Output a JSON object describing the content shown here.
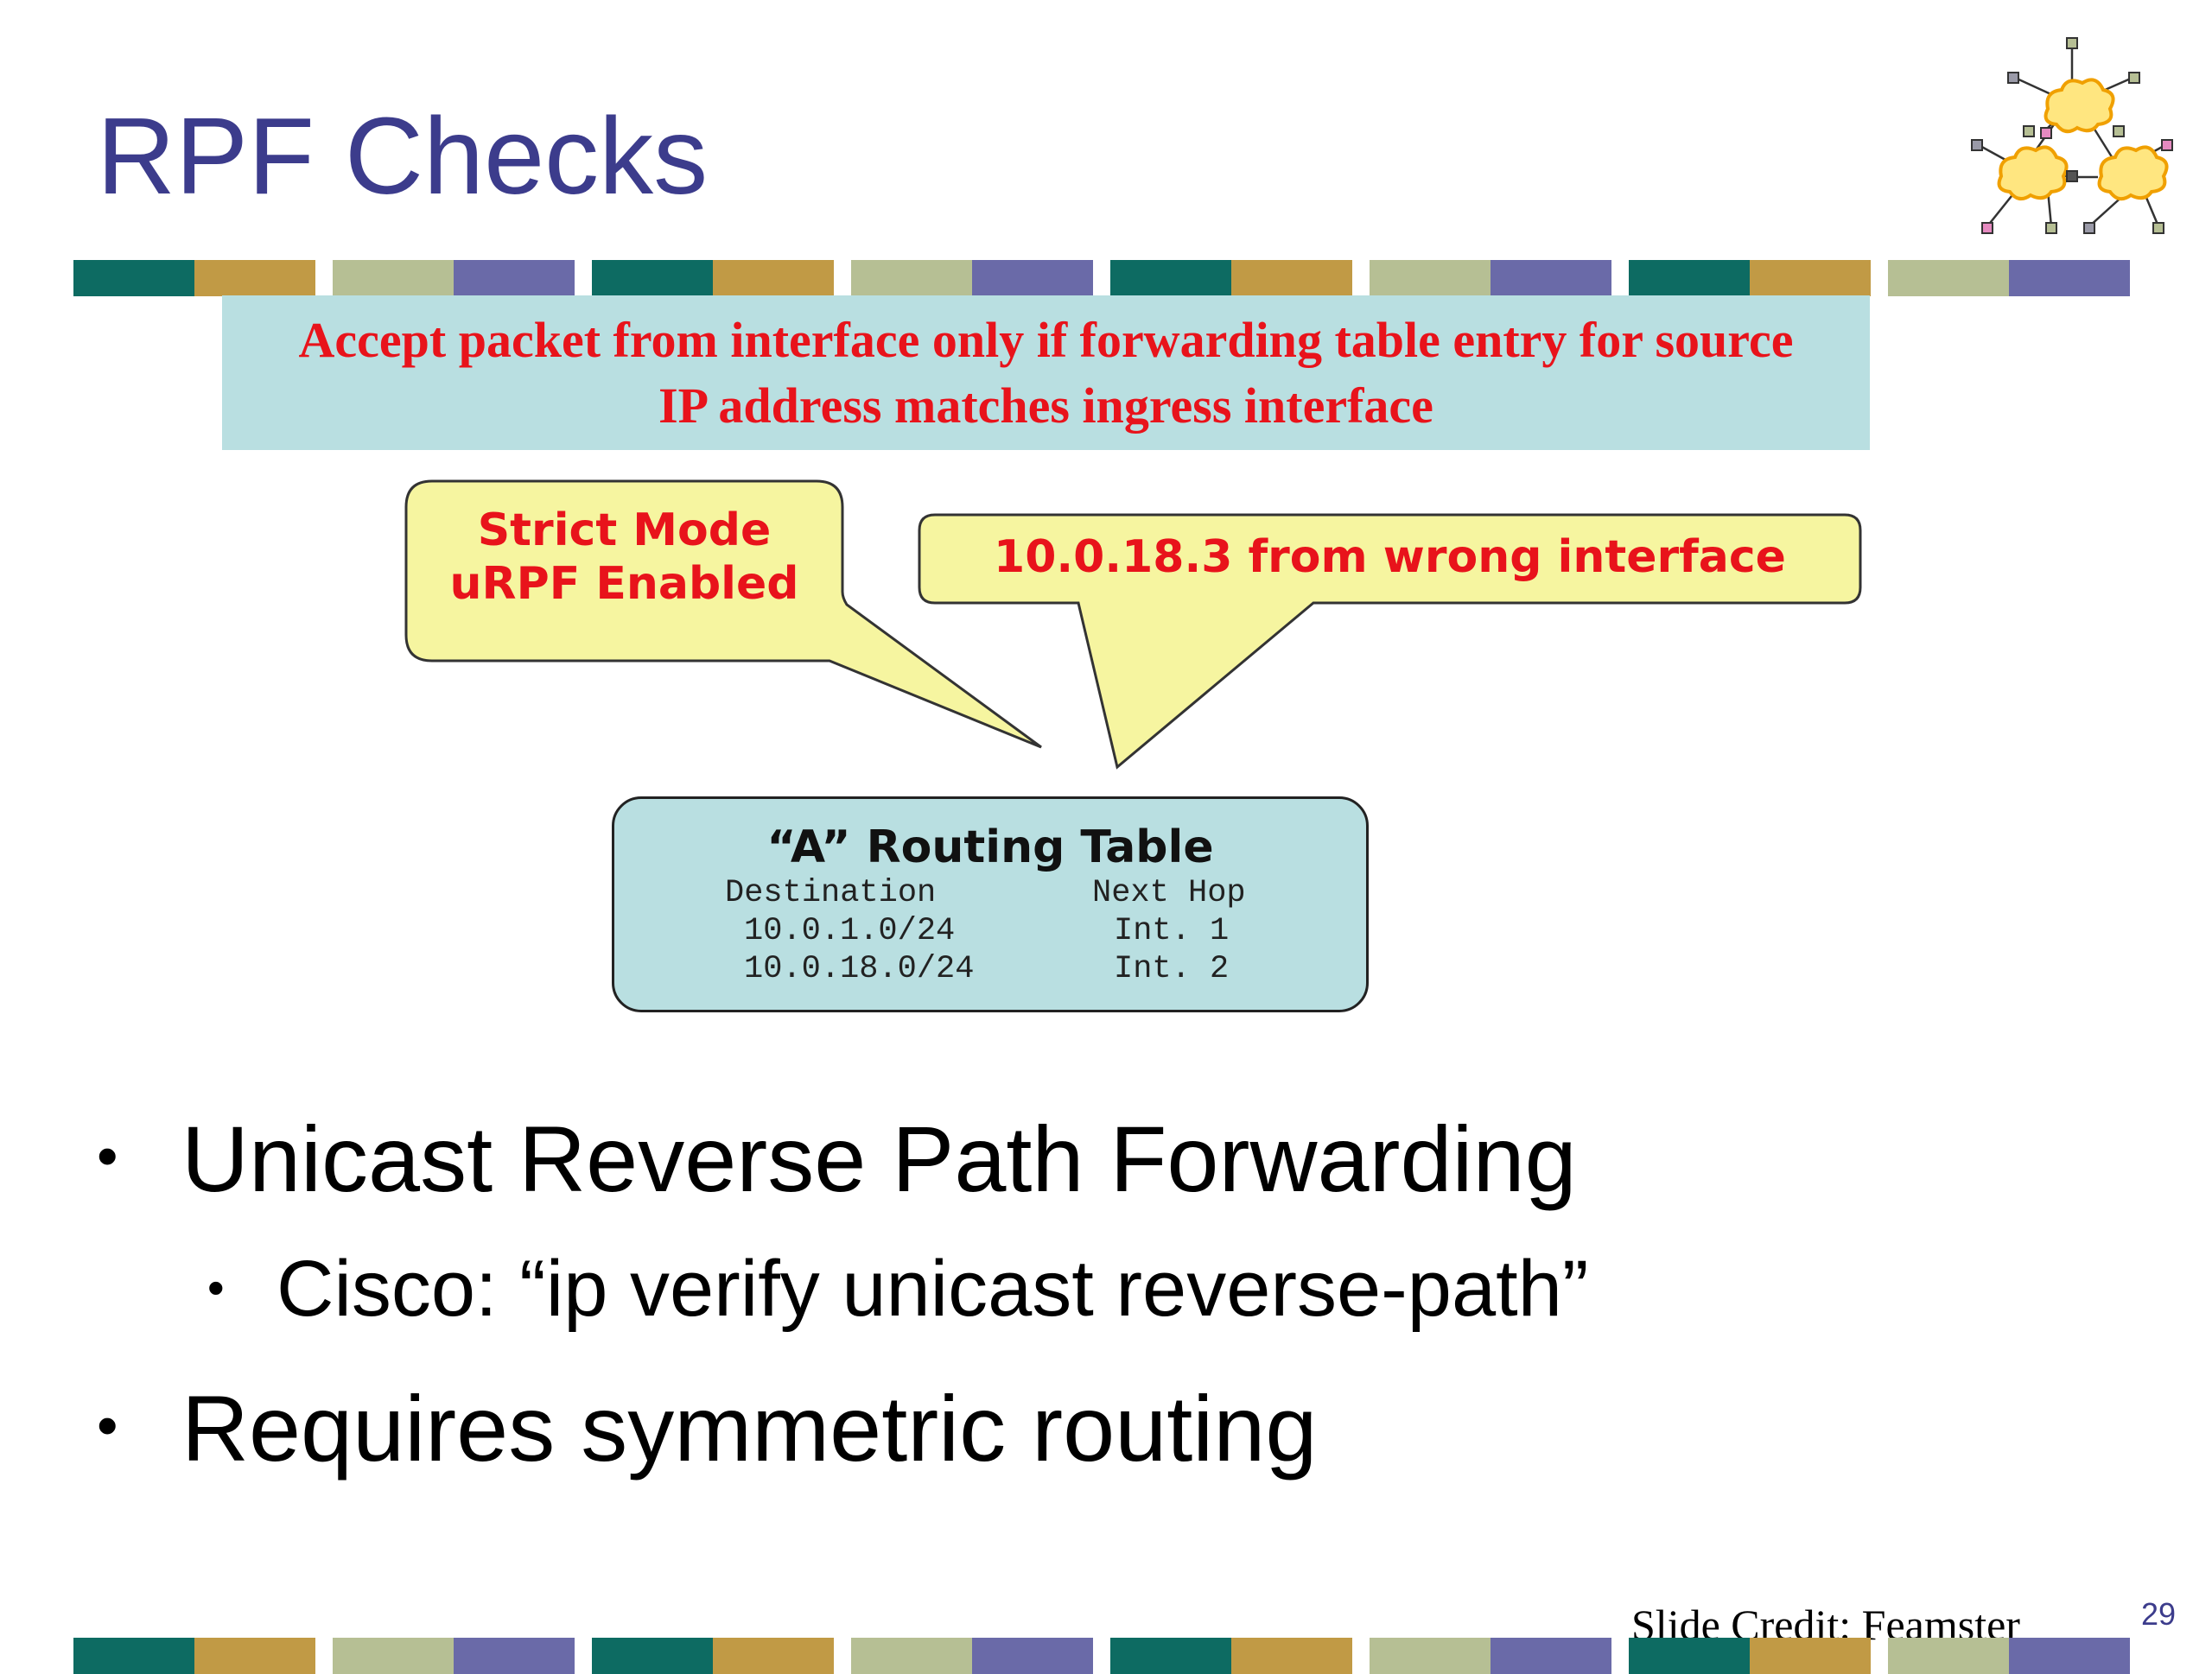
{
  "slide": {
    "title": "RPF Checks",
    "definition": "Accept packet from interface only if forwarding table entry for source IP address matches ingress interface",
    "callouts": {
      "strict_mode_line1": "Strict Mode",
      "strict_mode_line2": "uRPF Enabled",
      "wrong_interface": "10.0.18.3 from wrong interface"
    },
    "routing_table": {
      "title": "“A” Routing Table",
      "headers": [
        "Destination",
        "Next Hop"
      ],
      "rows": [
        [
          "10.0.1.0/24",
          "Int. 1"
        ],
        [
          "10.0.18.0/24",
          "Int. 2"
        ]
      ]
    },
    "bullets": [
      {
        "text": "Unicast Reverse Path Forwarding",
        "sub": [
          "Cisco: “ip verify unicast reverse-path”"
        ]
      },
      {
        "text": "Requires symmetric routing",
        "sub": []
      }
    ],
    "credit": "Slide Credit:  Feamster",
    "page_number": "29"
  },
  "colors": {
    "title": "#3c3c8c",
    "accent_red": "#e8131b",
    "box_cyan": "#b9dfe1",
    "callout_yellow": "#f6f5a0",
    "bar_teal": "#0d6b62",
    "bar_gold": "#c19a45",
    "bar_sage": "#b6bf94",
    "bar_purple": "#6a6aa8"
  },
  "decor": {
    "logo_icon": "network-clouds-icon"
  }
}
